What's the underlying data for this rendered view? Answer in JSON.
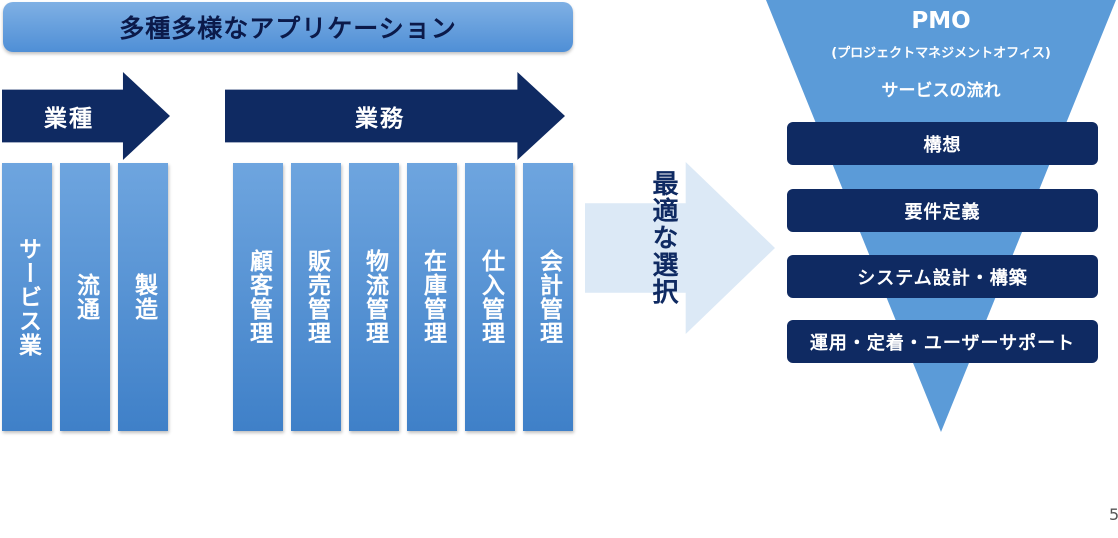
{
  "title": "多種多様なアプリケーション",
  "industry": {
    "label": "業種",
    "items": [
      "サービス業",
      "流通",
      "製造"
    ]
  },
  "business": {
    "label": "業務",
    "items": [
      "顧客管理",
      "販売管理",
      "物流管理",
      "在庫管理",
      "仕入管理",
      "会計管理"
    ]
  },
  "selection": "最適な選択",
  "pmo": {
    "title": "PMO",
    "subtitle": "(プロジェクトマネジメントオフィス)",
    "flow_label": "サービスの流れ",
    "steps": [
      "構想",
      "要件定義",
      "システム設計・構築",
      "運用・定着・ユーザーサポート"
    ]
  },
  "page_number": "5",
  "colors": {
    "navy": "#0f2a62",
    "column_blue": "#4f8fd6",
    "funnel_blue": "#5b9bd8",
    "light_arrow": "#dce9f6"
  }
}
